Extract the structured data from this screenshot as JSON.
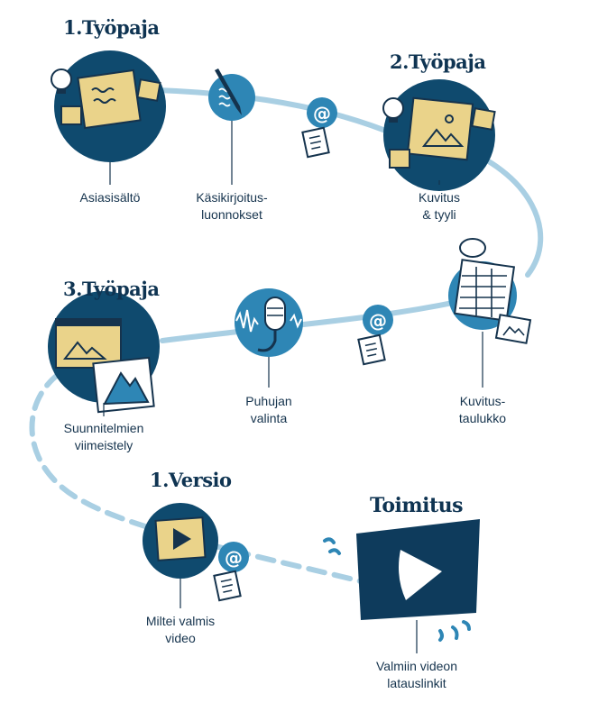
{
  "headings": {
    "workshop1": "1.Työpaja",
    "workshop2": "2.Työpaja",
    "workshop3": "3.Työpaja",
    "version1": "1.Versio",
    "delivery": "Toimitus"
  },
  "steps": [
    {
      "line1": "Asiasisältö",
      "line2": "",
      "icon": "sticky-notes-lightbulb-icon"
    },
    {
      "line1": "Käsikirjoitus-",
      "line2": "luonnokset",
      "icon": "pen-writing-icon"
    },
    {
      "line1": "Kuvitus",
      "line2": "& tyyli",
      "icon": "image-sketch-lightbulb-icon"
    },
    {
      "line1": "Kuvitus-",
      "line2": "taulukko",
      "icon": "storyboard-table-icon"
    },
    {
      "line1": "Puhujan",
      "line2": "valinta",
      "icon": "microphone-icon"
    },
    {
      "line1": "Suunnitelmien",
      "line2": "viimeistely",
      "icon": "film-frames-icon"
    },
    {
      "line1": "Miltei valmis",
      "line2": "video",
      "icon": "video-play-icon"
    },
    {
      "line1": "Valmiin videon",
      "line2": "latauslinkit",
      "icon": "final-video-play-icon"
    }
  ],
  "email_markers": [
    "email-feedback-icon",
    "email-feedback-icon",
    "email-feedback-icon",
    "email-feedback-icon"
  ],
  "colors": {
    "dark_blue": "#0f4a6e",
    "mid_blue": "#2e86b5",
    "light_blue": "#a9cfe3",
    "sticky_yellow": "#ead38a",
    "navy": "#0e3b5c",
    "outline": "#15334d"
  }
}
